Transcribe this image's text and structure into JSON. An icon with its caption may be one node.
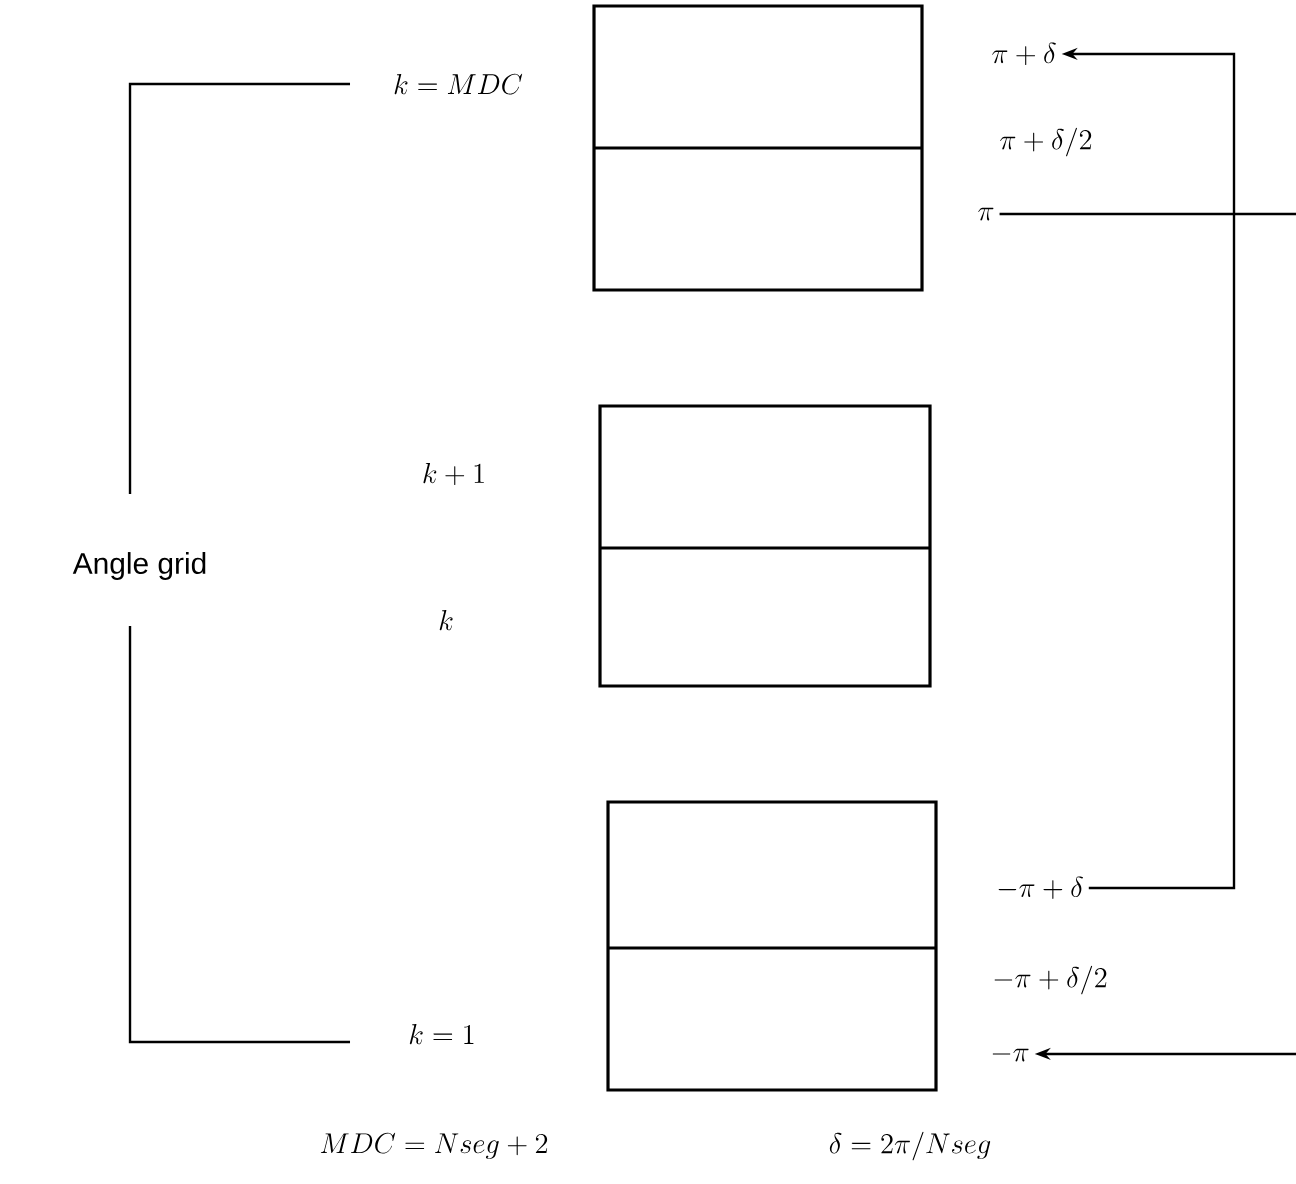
{
  "diagram": {
    "nodes": [
      {
        "text": [],
        "shape": "box",
        "beside": [
          "\\pi+\\delta/2"
        ]
      },
      {
        "text": [
          "\\pi+\\delta"
        ]
      },
      {
        "text": [
          "\\pi"
        ]
      },
      {
        "text": [],
        "shape": "box"
      },
      {
        "text": [],
        "shape": "box",
        "beside": [
          "-\\pi+\\delta/2"
        ]
      },
      {
        "text": [
          "-\\pi+\\delta"
        ]
      },
      {
        "text": [
          "-\\pi"
        ]
      }
    ],
    "edges": [
      {
        "from": 5,
        "to": 1,
        "arrow": "to"
      },
      {
        "from": 2,
        "to": 6,
        "arrow": "to"
      }
    ],
    "labels": [
      "k = MDC",
      "k+1",
      "Angle grid",
      "k",
      "k = 1",
      "MDC=Nseg+2",
      "\\delta=2\\pi/Nseg"
    ]
  }
}
